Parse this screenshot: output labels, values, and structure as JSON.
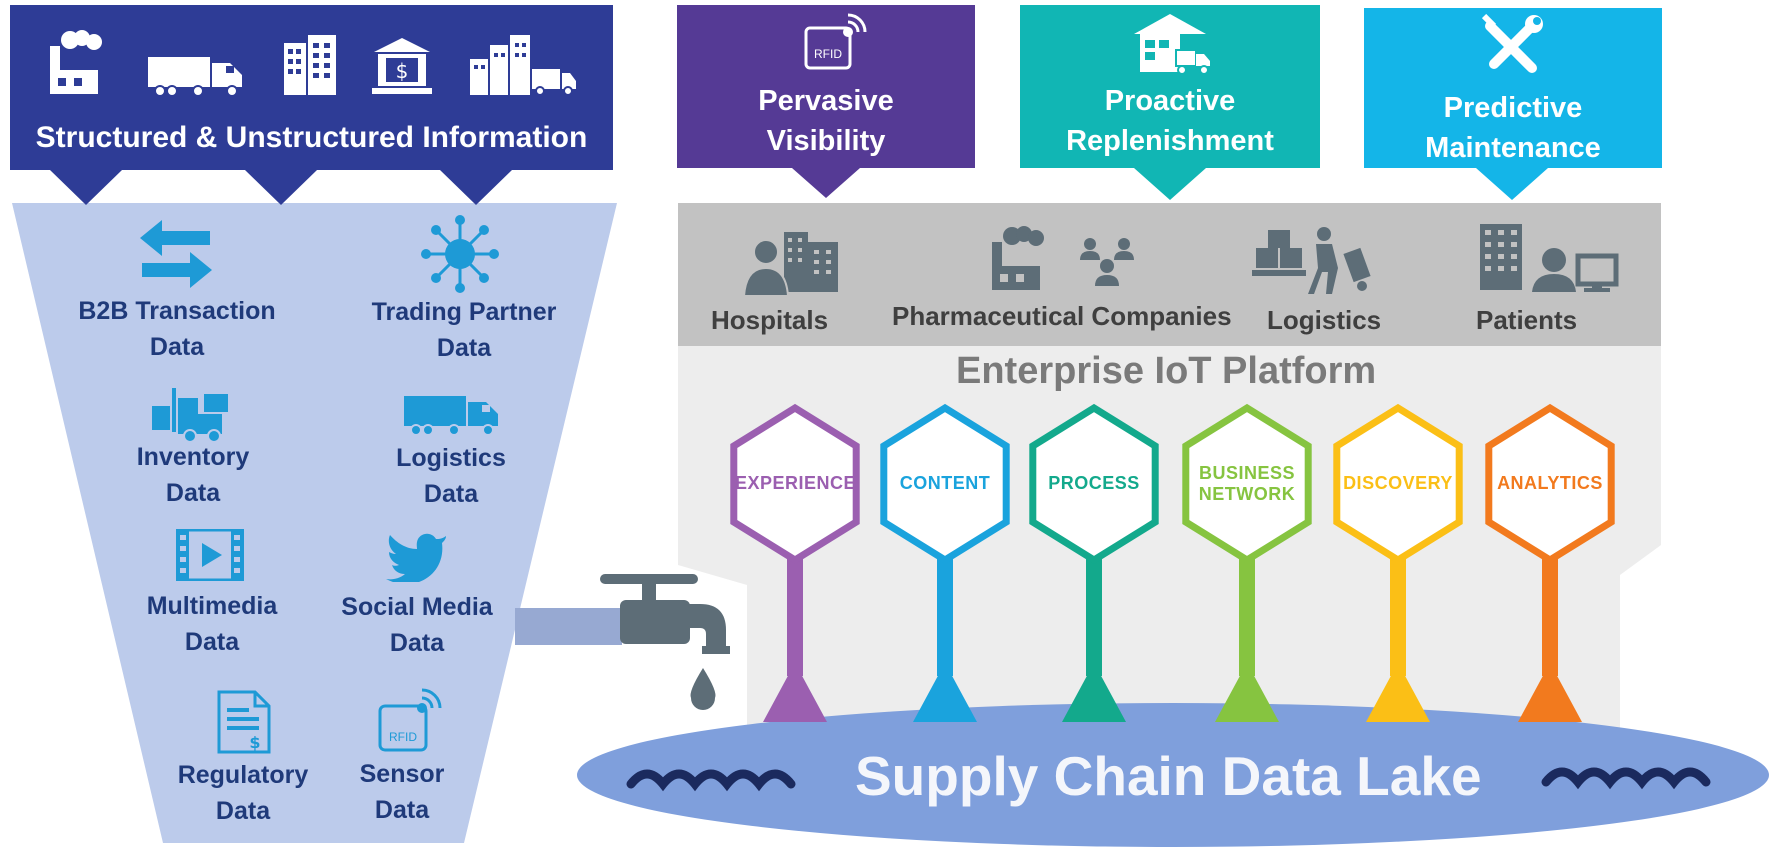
{
  "top_banners": {
    "structured": "Structured & Unstructured Information",
    "visibility": [
      "Pervasive",
      "Visibility"
    ],
    "replenishment": [
      "Proactive",
      "Replenishment"
    ],
    "maintenance": [
      "Predictive",
      "Maintenance"
    ],
    "rfid_tag": "RFID"
  },
  "data_sources": [
    {
      "line1": "B2B Transaction",
      "line2": "Data",
      "icon": "exchange-arrows-icon"
    },
    {
      "line1": "Trading Partner",
      "line2": "Data",
      "icon": "network-hub-icon"
    },
    {
      "line1": "Inventory",
      "line2": "Data",
      "icon": "forklift-icon"
    },
    {
      "line1": "Logistics",
      "line2": "Data",
      "icon": "truck-icon"
    },
    {
      "line1": "Multimedia",
      "line2": "Data",
      "icon": "film-play-icon"
    },
    {
      "line1": "Social Media",
      "line2": "Data",
      "icon": "bird-icon"
    },
    {
      "line1": "Regulatory",
      "line2": "Data",
      "icon": "document-dollar-icon"
    },
    {
      "line1": "Sensor",
      "line2": "Data",
      "icon": "rfid-icon"
    }
  ],
  "sensor_rfid": "RFID",
  "stakeholders": {
    "hospitals": "Hospitals",
    "pharma": "Pharmaceutical Companies",
    "logistics": "Logistics",
    "patients": "Patients"
  },
  "platform_title": "Enterprise IoT Platform",
  "capabilities": [
    {
      "l1": "EXPERIENCE",
      "l2": "",
      "color": "#9b5fb0"
    },
    {
      "l1": "CONTENT",
      "l2": "",
      "color": "#1aa3dd"
    },
    {
      "l1": "PROCESS",
      "l2": "",
      "color": "#13a98c"
    },
    {
      "l1": "BUSINESS",
      "l2": "NETWORK",
      "color": "#86c440"
    },
    {
      "l1": "DISCOVERY",
      "l2": "",
      "color": "#fbbf16"
    },
    {
      "l1": "ANALYTICS",
      "l2": "",
      "color": "#f27a1e"
    }
  ],
  "lake_title": "Supply Chain Data Lake",
  "colors": {
    "navy": "#2e3c96",
    "purple": "#553a95",
    "teal": "#11b6b4",
    "sky": "#14b5e8",
    "funnel": "#bccbeb",
    "lake": "#7f9fdc"
  }
}
